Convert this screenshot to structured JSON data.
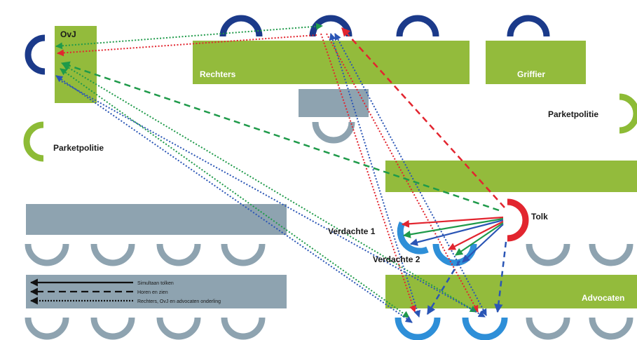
{
  "labels": {
    "ovj": "OvJ",
    "rechters": "Rechters",
    "griffier": "Griffier",
    "parketpolitie_left": "Parketpolitie",
    "parketpolitie_right": "Parketpolitie",
    "tolk": "Tolk",
    "verdachte_1": "Verdachte 1",
    "verdachte_2": "Verdachte 2",
    "advocaten": "Advocaten"
  },
  "legend": [
    {
      "label": "Simultaan tolken",
      "style": "solid"
    },
    {
      "label": "Horen en zien",
      "style": "dashed"
    },
    {
      "label": "Rechters, OvJ en advocaten onderling",
      "style": "dotted"
    }
  ],
  "colors": {
    "bench": "#93bb3c",
    "grey_block": "#8ea3b0",
    "navy": "#1b3a8a",
    "green_seat": "#8dbb36",
    "grey_seat": "#8ea3b0",
    "red": "#e2252f",
    "light_blue": "#2e8fd8",
    "dark_blue": "#2a55b5",
    "green_line": "#1f9a4a",
    "legend_bg": "#8ea3b0",
    "text_dark": "#1a1a1a",
    "text_light": "#ffffff"
  }
}
